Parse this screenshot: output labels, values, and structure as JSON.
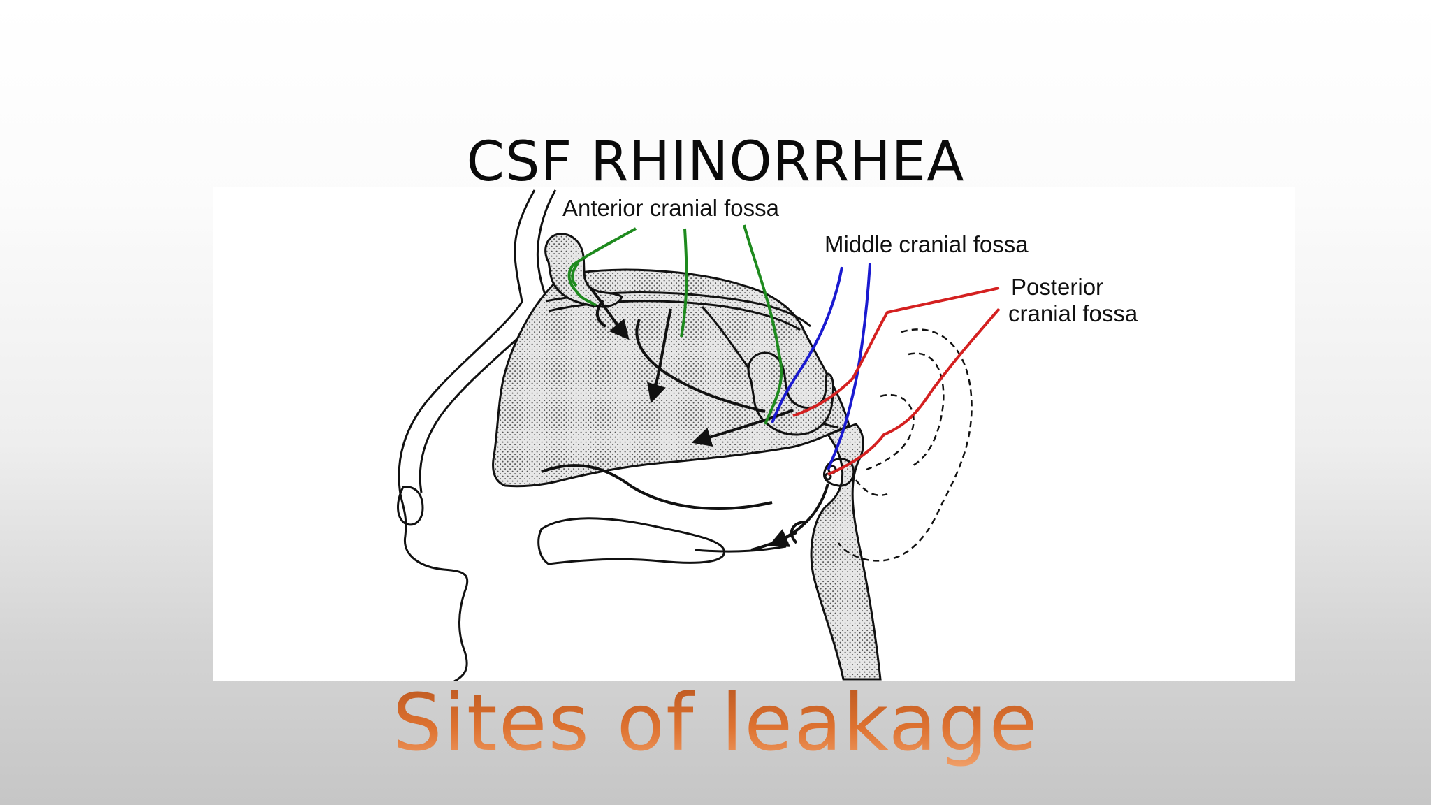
{
  "slide": {
    "title": "CSF RHINORRHEA",
    "caption": "Sites of leakage"
  },
  "diagram": {
    "labels": {
      "anterior": "Anterior cranial fossa",
      "middle": "Middle cranial fossa",
      "posterior_line1": "Posterior",
      "posterior_line2": "cranial fossa"
    },
    "colors": {
      "anterior": "#1e8a1e",
      "middle": "#1a1ad0",
      "posterior": "#d42020",
      "caption": "#d96a2b"
    }
  }
}
